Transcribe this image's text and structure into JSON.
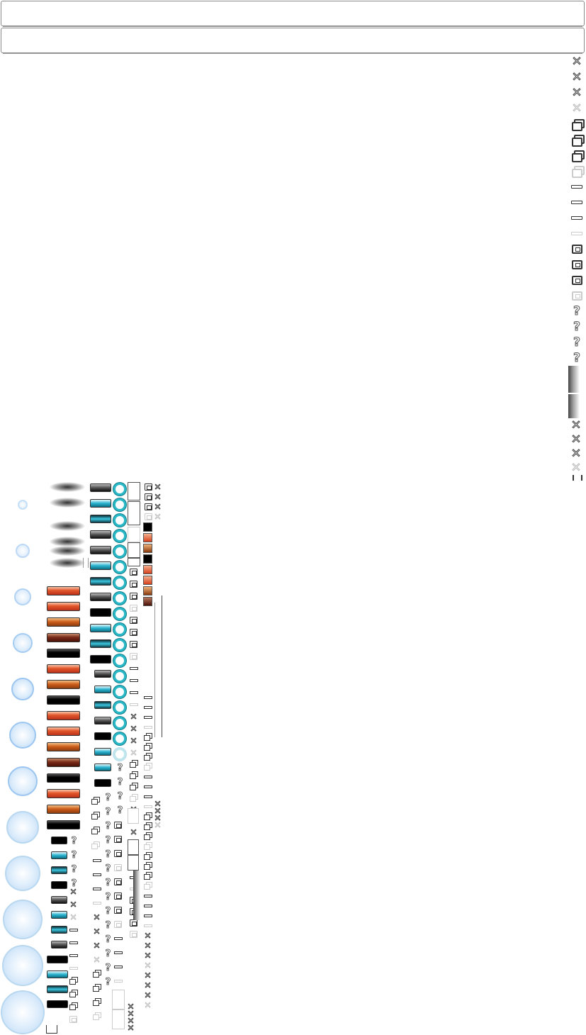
{
  "sprite_sheet": {
    "frames": [
      "top-frame",
      "second-frame"
    ],
    "right_column": [
      "close-icon",
      "close-icon",
      "close-icon",
      "close-icon-disabled",
      "restore-icon",
      "restore-icon",
      "restore-icon",
      "restore-icon-disabled",
      "minimize-icon",
      "minimize-icon",
      "minimize-icon",
      "minimize-icon-disabled",
      "maximize-icon",
      "maximize-icon",
      "maximize-icon",
      "maximize-icon-disabled",
      "help-icon",
      "help-icon",
      "help-icon",
      "help-icon",
      "gradient-strip",
      "gradient-strip",
      "close-icon",
      "close-icon",
      "close-icon",
      "close-icon-disabled"
    ],
    "colors": {
      "orb_border": "#9cc6f0",
      "ring_cyan": "#2bb9c8",
      "bar_red": "#e2552a",
      "bar_orange": "#d0601c",
      "bar_maroon": "#7a2a18",
      "bar_cyan": "#29b3d0"
    }
  }
}
